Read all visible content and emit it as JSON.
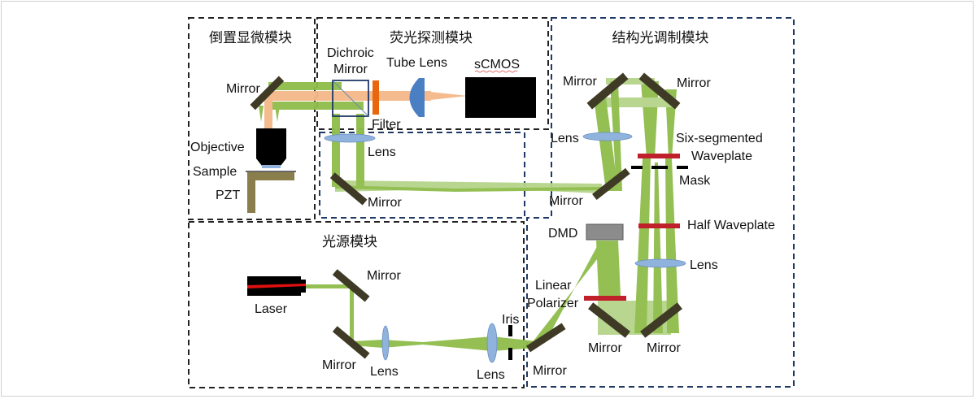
{
  "modules": {
    "microscope": "倒置显微模块",
    "detection": "荧光探测模块",
    "modulation": "结构光调制模块",
    "source": "光源模块"
  },
  "labels": {
    "mirror_scope": "Mirror",
    "objective": "Objective",
    "sample": "Sample",
    "pzt": "PZT",
    "dichroic_1": "Dichroic",
    "dichroic_2": "Mirror",
    "tube_lens": "Tube Lens",
    "scmos": "sCMOS",
    "filter": "Filter",
    "lens_relay_left": "Lens",
    "mirror_relay_left": "Mirror",
    "mirror_relay_right": "Mirror",
    "lens_relay_right": "Lens",
    "mirror_top_left": "Mirror",
    "mirror_top_right": "Mirror",
    "six_seg_1": "Six-segmented",
    "six_seg_2": "Waveplate",
    "mask": "Mask",
    "half_waveplate": "Half Waveplate",
    "lens_mod": "Lens",
    "dmd": "DMD",
    "linear_1": "Linear",
    "linear_2": "Polarizer",
    "mirror_bottom_left": "Mirror",
    "mirror_bottom_right": "Mirror",
    "mirror_entry": "Mirror",
    "laser": "Laser",
    "mirror_src_top": "Mirror",
    "mirror_src_bottom": "Mirror",
    "lens_src_1": "Lens",
    "lens_src_2": "Lens",
    "iris": "Iris"
  },
  "colors": {
    "beam_green": "#8fbc4a",
    "beam_light_green": "#b5d48a",
    "fluorescence": "#f4b88a",
    "mirror": "#3f3a26",
    "lens": "#8fb3dc",
    "filter": "#e8660e",
    "waveplate": "#c0202a",
    "stage": "#8a7f4c",
    "dmd": "#8c8c8c",
    "box_black": "#222222",
    "box_navy": "#1f3864"
  }
}
